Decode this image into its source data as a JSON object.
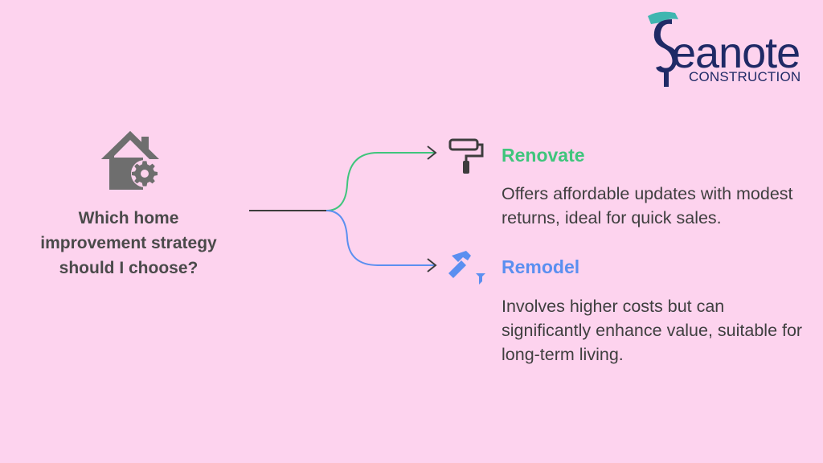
{
  "brand": {
    "name_main": "eanote",
    "name_sub": "CONSTRUCTION",
    "full_name": "Seanote Construction",
    "colors": {
      "navy": "#1f2a66",
      "teal": "#3fb6b0"
    }
  },
  "diagram": {
    "question": "Which home improvement strategy should I choose?",
    "question_icon": "house-gear-icon",
    "options": [
      {
        "title": "Renovate",
        "icon": "paint-roller-icon",
        "color": "#3fc57c",
        "description": "Offers affordable updates with modest returns, ideal for quick sales."
      },
      {
        "title": "Remodel",
        "icon": "hammer-icon",
        "color": "#5b8ff0",
        "description": "Involves higher costs but can significantly enhance value, suitable for long-term living."
      }
    ]
  },
  "colors": {
    "background": "#fdd3ee",
    "text_dark": "#4a4a4a",
    "icon_gray": "#6e6e6e",
    "connector_dark": "#3d3d3d"
  }
}
